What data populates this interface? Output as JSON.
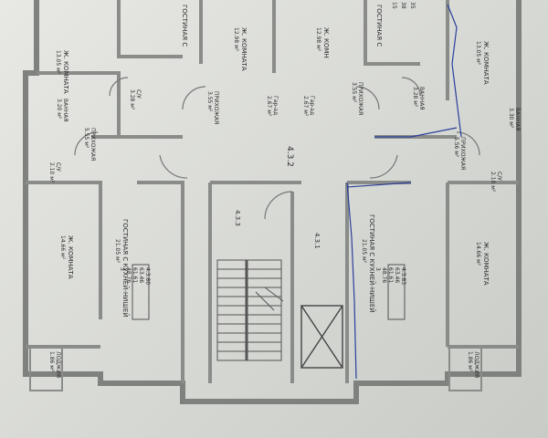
{
  "rooms": [
    {
      "key": "r1",
      "text": "Ж. КОМНАТА",
      "area": "13.05 м²"
    },
    {
      "key": "r2",
      "text": "ГОСТИНАЯ С",
      "area": ""
    },
    {
      "key": "r3",
      "text": "Ж. КОМНАТА",
      "area": "12.98 м²"
    },
    {
      "key": "r4",
      "text": "Ж. КОМН",
      "area": "12.98 м²"
    },
    {
      "key": "r5",
      "text": "ГОСТИНАЯ С",
      "area": ""
    },
    {
      "key": "r6",
      "text": "Ж. КОМНАТА",
      "area": "13.05 м²"
    },
    {
      "key": "r7",
      "text": "С/У",
      "area": "3.28 м²"
    },
    {
      "key": "r8",
      "text": "ПРИХОЖАЯ",
      "area": "3.55 м²"
    },
    {
      "key": "r9",
      "text": "Гар-ад",
      "area": "2.67 м²"
    },
    {
      "key": "r10",
      "text": "Гар-ад",
      "area": "2.67 м²"
    },
    {
      "key": "r11",
      "text": "ПРИХОЖАЯ",
      "area": "3.55 м²"
    },
    {
      "key": "r12",
      "text": "ВАННАЯ",
      "area": "3.28 м²"
    },
    {
      "key": "r13",
      "text": "ВАННАЯ",
      "area": "3.20 м²"
    },
    {
      "key": "r14",
      "text": "ВАННАЯ",
      "area": "3.30 м²"
    },
    {
      "key": "r15",
      "text": "ПРИХОЖАЯ",
      "area": "5.55 м²"
    },
    {
      "key": "r16",
      "text": "ПРИХОЖАЯ",
      "area": "5.56 м²"
    },
    {
      "key": "r17",
      "text": "С/У",
      "area": "2.10 м²"
    },
    {
      "key": "r18",
      "text": "С/У",
      "area": "2.10 м²"
    },
    {
      "key": "r19",
      "text": "Ж. КОМНАТА",
      "area": "14.66 м²"
    },
    {
      "key": "r20",
      "text": "ГОСТИНАЯ С КУХНЕЙ-НИШЕЙ",
      "area": "21.05 м²"
    },
    {
      "key": "r21",
      "text": "ГОСТИНАЯ С КУХНЕЙ-НИШЕЙ",
      "area": "21.05 м²"
    },
    {
      "key": "r22",
      "text": "Ж. КОМНАТА",
      "area": "14.66 м²"
    },
    {
      "key": "r23",
      "text": "ЛОДЖИЯ",
      "area": "1.86 м²"
    },
    {
      "key": "r24",
      "text": "ЛОДЖИЯ",
      "area": "1.86 м²"
    }
  ],
  "codes": {
    "hall": "4.3.2",
    "stair": "4.3.3",
    "elevator": "4.3.1"
  },
  "apt_left": [
    "4.3.80",
    "63.46",
    "61.61",
    "48.76",
    "3"
  ],
  "apt_right": [
    "4.3.83",
    "63.46",
    "61.61",
    "48.76",
    "3"
  ],
  "top_table": [
    "15",
    "38",
    "35"
  ],
  "colors": {
    "ink": "#3a3a3a",
    "wall": "#8b8d8a",
    "annotation": "#2a3f9a"
  }
}
